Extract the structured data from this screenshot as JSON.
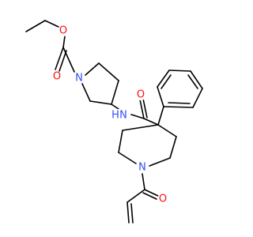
{
  "molecule": {
    "colors": {
      "bond": "#000000",
      "oxygen": "#ff0d0d",
      "nitrogen": "#3050f8",
      "background": "#ffffff"
    },
    "atoms": [
      {
        "id": "o-carbonyl-carbamate",
        "label": "O",
        "element": "oxygen"
      },
      {
        "id": "o-ester-ethoxy",
        "label": "O",
        "element": "oxygen"
      },
      {
        "id": "n-pyrrolidine",
        "label": "N",
        "element": "nitrogen"
      },
      {
        "id": "n-amide",
        "label": "N",
        "element": "nitrogen",
        "h_label": "H"
      },
      {
        "id": "o-carbonyl-amide",
        "label": "O",
        "element": "oxygen"
      },
      {
        "id": "n-piperidine",
        "label": "N",
        "element": "nitrogen"
      },
      {
        "id": "o-carbonyl-acryloyl",
        "label": "O",
        "element": "oxygen"
      }
    ]
  }
}
